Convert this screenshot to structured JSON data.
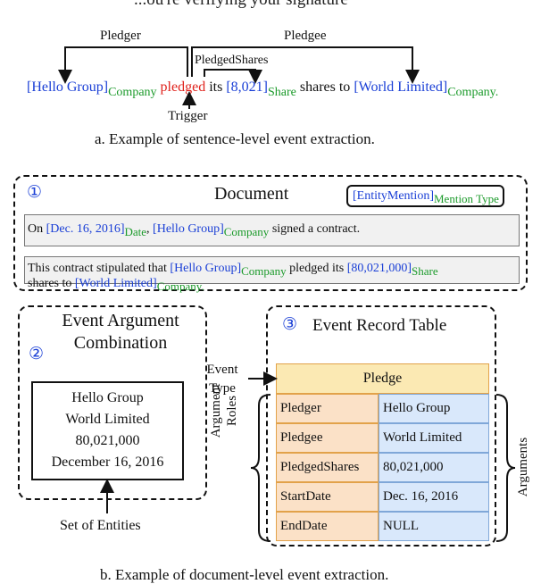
{
  "top_text": "...ou're verifying your signature",
  "example_a": {
    "tokens": [
      {
        "text": "[Hello Group]",
        "kind": "entity"
      },
      {
        "text": "Company",
        "kind": "type"
      },
      {
        "text": "pledged",
        "kind": "trigger"
      },
      {
        "text": "its",
        "kind": "plain"
      },
      {
        "text": "[8,021]",
        "kind": "entity"
      },
      {
        "text": "Share",
        "kind": "type"
      },
      {
        "text": "shares to",
        "kind": "plain"
      },
      {
        "text": "[World Limited]",
        "kind": "entity"
      },
      {
        "text": "Company.",
        "kind": "type"
      }
    ],
    "roles": {
      "pledger": "Pledger",
      "pledgee": "Pledgee",
      "pledged_shares": "PledgedShares",
      "trigger": "Trigger"
    },
    "caption": "a. Example of sentence-level event extraction."
  },
  "document_panel": {
    "number": "①",
    "title": "Document",
    "legend": {
      "mention": "[EntityMention]",
      "type": "Mention Type"
    },
    "sentence1": [
      {
        "text": "On ",
        "kind": "plain"
      },
      {
        "text": "[Dec. 16, 2016]",
        "kind": "entity"
      },
      {
        "text": "Date",
        "kind": "type"
      },
      {
        "text": ",  ",
        "kind": "plain"
      },
      {
        "text": "[Hello Group]",
        "kind": "entity"
      },
      {
        "text": "Company",
        "kind": "type"
      },
      {
        "text": " signed a contract.",
        "kind": "plain"
      }
    ],
    "sentence2_line1": [
      {
        "text": "This contract stipulated that ",
        "kind": "plain"
      },
      {
        "text": "[Hello  Group]",
        "kind": "entity"
      },
      {
        "text": "Company",
        "kind": "type"
      },
      {
        "text": "  pledged its ",
        "kind": "plain"
      },
      {
        "text": "[80,021,000]",
        "kind": "entity"
      },
      {
        "text": "Share",
        "kind": "type"
      }
    ],
    "sentence2_line2": [
      {
        "text": "shares to ",
        "kind": "plain"
      },
      {
        "text": "[World Limited]",
        "kind": "entity"
      },
      {
        "text": "Company.",
        "kind": "type"
      }
    ]
  },
  "combination_panel": {
    "number": "②",
    "title_line1": "Event Argument",
    "title_line2": "Combination",
    "entities": [
      "Hello Group",
      "World Limited",
      "80,021,000",
      "December 16, 2016"
    ],
    "set_label": "Set of Entities"
  },
  "record_panel": {
    "number": "③",
    "title": "Event Record Table",
    "event_type_label_line1": "Event",
    "event_type_label_line2": "Type",
    "event_type": "Pledge",
    "rows": [
      {
        "role": "Pledger",
        "value": "Hello Group"
      },
      {
        "role": "Pledgee",
        "value": "World Limited"
      },
      {
        "role": "PledgedShares",
        "value": "80,021,000"
      },
      {
        "role": "StartDate",
        "value": "Dec. 16, 2016"
      },
      {
        "role": "EndDate",
        "value": "NULL"
      }
    ],
    "argument_roles_line1": "Argument",
    "argument_roles_line2": "Roles",
    "arguments_label": "Arguments"
  },
  "caption_b": "b. Example of document-level event extraction."
}
